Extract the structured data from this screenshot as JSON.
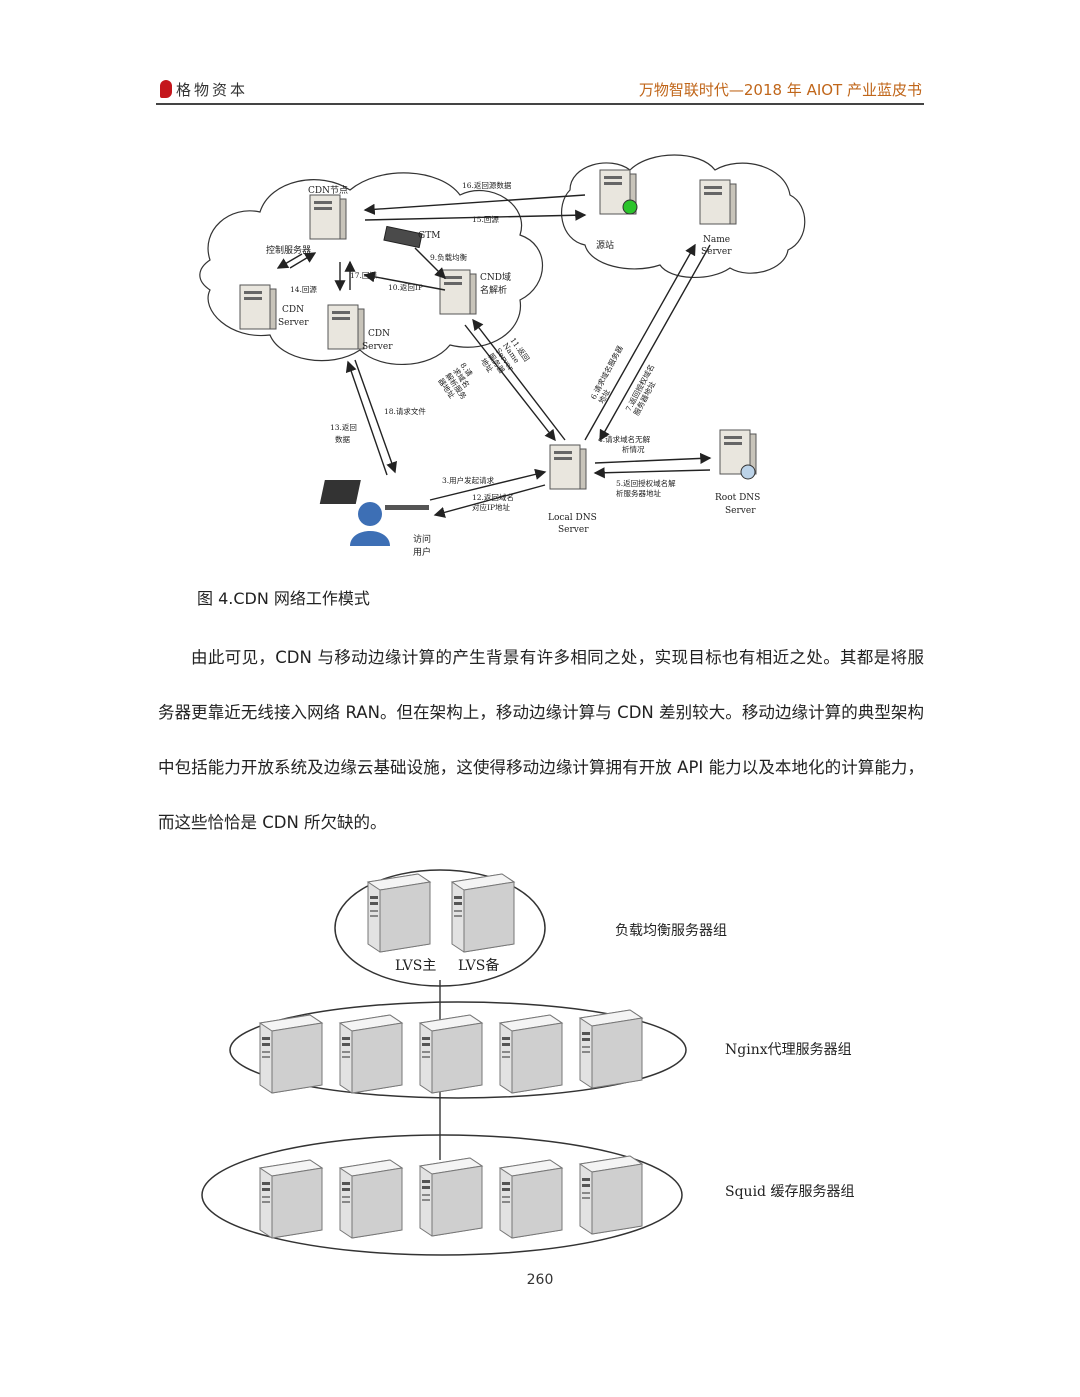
{
  "header": {
    "logo_text": "格物资本",
    "title": "万物智联时代—2018 年 AIOT 产业蓝皮书"
  },
  "figure1": {
    "caption": "图 4.CDN 网络工作模式",
    "labels": {
      "cdn_node": "CDN节点",
      "control_server": "控制服务器",
      "cdn_server_a": [
        "CDN",
        "Server"
      ],
      "cdn_server_b": [
        "CDN",
        "Server"
      ],
      "gtm": "GTM",
      "cnd_resolve": [
        "CND域",
        "名解析"
      ],
      "site": "源站",
      "name_server": [
        "Name",
        "Server"
      ],
      "local_dns": [
        "Local DNS",
        "Server"
      ],
      "root_dns": [
        "Root DNS",
        "Server"
      ],
      "user": [
        "访问",
        "用户"
      ]
    },
    "arrows": {
      "a16": "16.返回源数据",
      "a15": "15.回源",
      "a9": "9.负载均衡",
      "a17": "17.回源",
      "a14": "14.回源",
      "a10": "10.返回IP",
      "a11": [
        "11.返回",
        "Name",
        "Server",
        "服务器",
        "地址"
      ],
      "a8": [
        "8.请",
        "求域名",
        "解析服务",
        "器地址"
      ],
      "a13": [
        "13.返回",
        "数据"
      ],
      "a18": "18.请求文件",
      "a3": "3.用户发起请求",
      "a12": [
        "12.返回域名",
        "对应IP地址"
      ],
      "a4": [
        "4.请求域名无解",
        "析情况"
      ],
      "a5": [
        "5.返回授权域名解",
        "析服务器地址"
      ],
      "a6": [
        "6.请求域名服务器",
        "地址"
      ],
      "a7": [
        "7.返回授权域名",
        "服务器地址"
      ]
    }
  },
  "body_text": "由此可见，CDN 与移动边缘计算的产生背景有许多相同之处，实现目标也有相近之处。其都是将服务器更靠近无线接入网络 RAN。但在架构上，移动边缘计算与 CDN 差别较大。移动边缘计算的典型架构中包括能力开放系统及边缘云基础设施，这使得移动边缘计算拥有开放 API 能力以及本地化的计算能力，而这些恰恰是 CDN 所欠缺的。",
  "figure2": {
    "group1_label": "负载均衡服务器组",
    "lvs_main": "LVS主",
    "lvs_backup": "LVS备",
    "group2_label": "Nginx代理服务器组",
    "group3_label": "Squid 缓存服务器组"
  },
  "page_number": "260"
}
